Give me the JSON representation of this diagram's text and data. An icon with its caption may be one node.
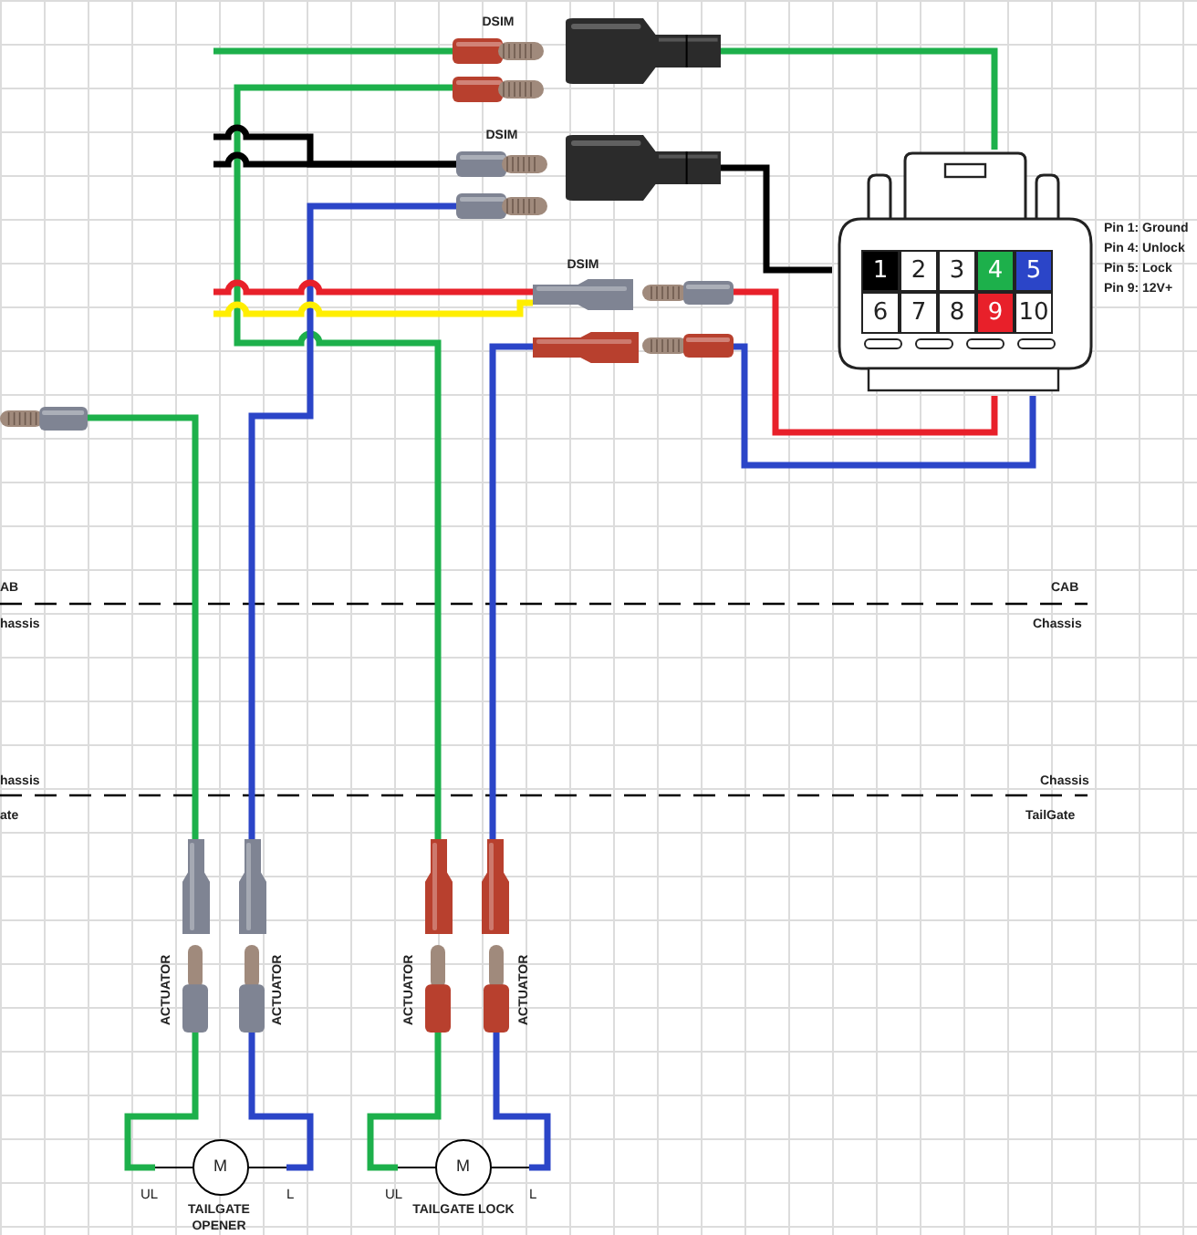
{
  "diagram": {
    "nodes": [
      {
        "text": [
          "DSIM"
        ]
      },
      {
        "text": [],
        "shape": "picture"
      },
      {
        "text": [],
        "shape": "picture"
      },
      {
        "text": [
          "DSIM"
        ]
      },
      {
        "text": [],
        "shape": "picture"
      },
      {
        "text": [],
        "shape": "picture"
      },
      {
        "text": [
          "DSIM"
        ]
      },
      {
        "text": [],
        "shape": "picture"
      },
      {
        "text": [],
        "shape": "picture"
      },
      {
        "text": [],
        "shape": "picture"
      },
      {
        "text": [
          "1",
          "2",
          "3",
          "4",
          "5",
          "6",
          "7",
          "8",
          "9",
          "10"
        ]
      },
      {
        "text": [],
        "shape": "picture"
      },
      {
        "text": [],
        "shape": "picture"
      },
      {
        "text": [],
        "shape": "picture"
      },
      {
        "text": [],
        "shape": "picture"
      },
      {
        "text": [],
        "shape": "picture"
      },
      {
        "text": [
          "ACTUATOR"
        ]
      },
      {
        "text": [
          "ACTUATOR"
        ]
      },
      {
        "text": [
          "ACTUATOR"
        ]
      },
      {
        "text": [
          "ACTUATOR"
        ]
      },
      {
        "text": [
          "M"
        ],
        "beside": [
          "TAILGATE OPENER"
        ]
      },
      {
        "text": [
          "M"
        ],
        "beside": [
          "TAILGATE LOCK"
        ]
      }
    ],
    "edges": [
      {
        "from": null,
        "to": 0,
        "arrow": "none",
        "color": "#1db04b"
      },
      {
        "from": 2,
        "to": 10,
        "arrow": "none",
        "color": "#1db04b"
      },
      {
        "from": 1,
        "to": 14,
        "arrow": "none",
        "color": "#1db04b"
      },
      {
        "from": null,
        "to": 3,
        "arrow": "none",
        "color": "#000000"
      },
      {
        "from": null,
        "to": 3,
        "arrow": "none",
        "color": "#000000"
      },
      {
        "from": 5,
        "to": 10,
        "arrow": "none",
        "color": "#000000"
      },
      {
        "from": 4,
        "to": 13,
        "arrow": "none",
        "color": "#2b45c8"
      },
      {
        "from": null,
        "to": 6,
        "arrow": "none",
        "color": "#e8202a"
      },
      {
        "from": null,
        "to": 6,
        "arrow": "none",
        "color": "#ffee00"
      },
      {
        "from": 7,
        "to": 10,
        "arrow": "none",
        "color": "#e8202a"
      },
      {
        "from": 8,
        "to": 15,
        "arrow": "none",
        "color": "#2b45c8"
      },
      {
        "from": 9,
        "to": 10,
        "arrow": "none",
        "color": "#2b45c8"
      },
      {
        "from": 11,
        "to": 12,
        "arrow": "none",
        "color": "#1db04b"
      },
      {
        "from": 16,
        "to": 20,
        "arrow": "none",
        "color": "#1db04b"
      },
      {
        "from": 17,
        "to": 20,
        "arrow": "none",
        "color": "#2b45c8"
      },
      {
        "from": 18,
        "to": 21,
        "arrow": "none",
        "color": "#1db04b"
      },
      {
        "from": 19,
        "to": 21,
        "arrow": "none",
        "color": "#2b45c8"
      }
    ],
    "labels": [
      "Pin 1: Ground",
      "Pin 4: Unlock",
      "Pin 5: Lock",
      "Pin 9: 12V+",
      "AB",
      "CAB",
      "hassis",
      "Chassis",
      "hassis",
      "Chassis",
      "ate",
      "TailGate",
      "UL",
      "L",
      "UL",
      "L"
    ]
  }
}
